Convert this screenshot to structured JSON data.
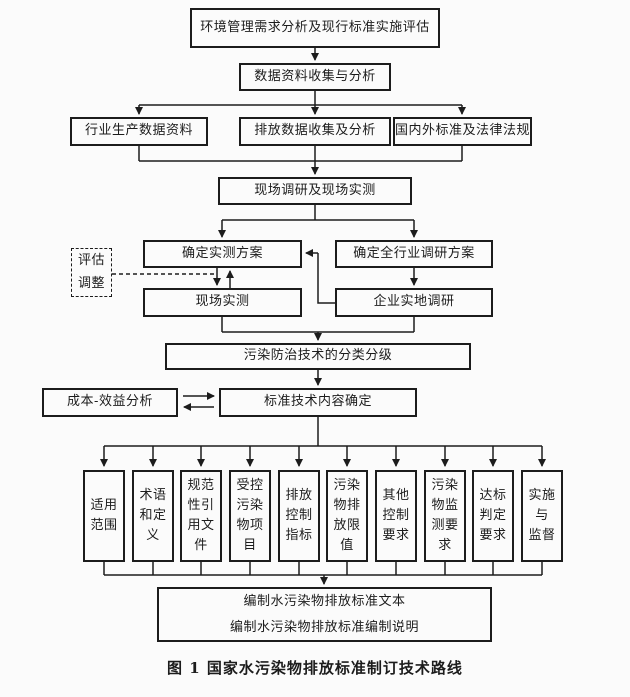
{
  "diagram": {
    "caption": "图 1  国家水污染物排放标准制订技术路线",
    "colors": {
      "ink": "#1c1c1c",
      "background": "#fbfbfb"
    },
    "nodes": {
      "env_assessment": "环境管理需求分析及现行标准实施评估",
      "data_collection": "数据资料收集与分析",
      "industry_data": "行业生产数据资料",
      "emission_data": "排放数据收集及分析",
      "standards_laws": "国内外标准及法律法规",
      "field_survey": "现场调研及现场实测",
      "measure_plan": "确定实测方案",
      "industry_plan": "确定全行业调研方案",
      "eval_adjust": "评估\n调整",
      "field_measure": "现场实测",
      "enterprise_survey": "企业实地调研",
      "tech_classification": "污染防治技术的分类分级",
      "cost_benefit": "成本-效益分析",
      "tech_content": "标准技术内容确定",
      "final_output": "编制水污染物排放标准文本\n编制水污染物排放标准编制说明"
    },
    "columns": [
      "适用\n范围",
      "术语\n和定\n义",
      "规范\n性引\n用文\n件",
      "受控\n污染\n物项\n目",
      "排放\n控制\n指标",
      "污染\n物排\n放限\n值",
      "其他\n控制\n要求",
      "污染\n物监\n测要\n求",
      "达标\n判定\n要求",
      "实施\n与\n监督"
    ]
  }
}
